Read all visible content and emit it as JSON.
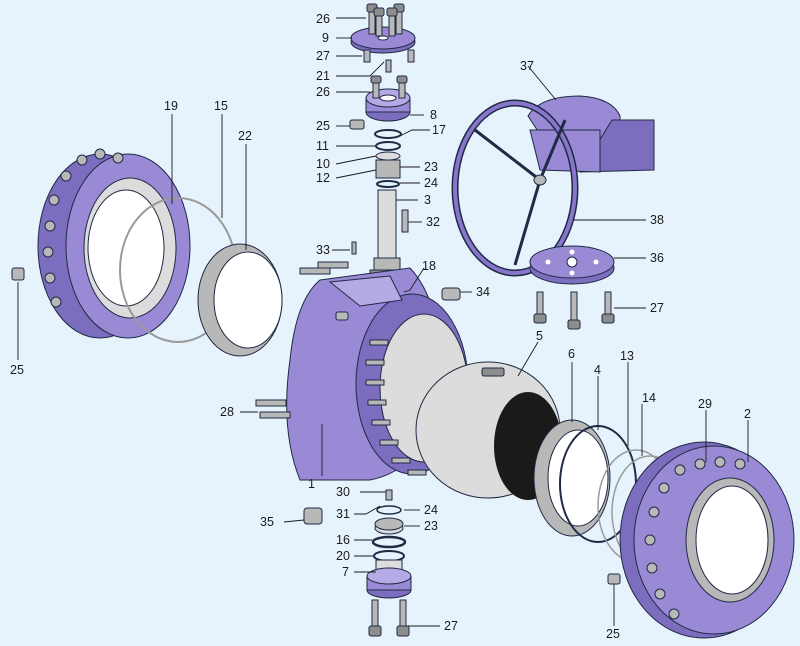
{
  "colors": {
    "background": "#e6f3fc",
    "body_purple": "#9a8ad6",
    "metal_grey": "#b8b8b8",
    "outline": "#1f2a44"
  },
  "callouts": [
    {
      "id": "c26a",
      "label": "26"
    },
    {
      "id": "c9",
      "label": "9"
    },
    {
      "id": "c27a",
      "label": "27"
    },
    {
      "id": "c21",
      "label": "21"
    },
    {
      "id": "c26b",
      "label": "26"
    },
    {
      "id": "c8",
      "label": "8"
    },
    {
      "id": "c25a",
      "label": "25"
    },
    {
      "id": "c17",
      "label": "17"
    },
    {
      "id": "c11",
      "label": "11"
    },
    {
      "id": "c10",
      "label": "10"
    },
    {
      "id": "c23a",
      "label": "23"
    },
    {
      "id": "c12",
      "label": "12"
    },
    {
      "id": "c24a",
      "label": "24"
    },
    {
      "id": "c3",
      "label": "3"
    },
    {
      "id": "c32",
      "label": "32"
    },
    {
      "id": "c33",
      "label": "33"
    },
    {
      "id": "c18",
      "label": "18"
    },
    {
      "id": "c34",
      "label": "34"
    },
    {
      "id": "c37",
      "label": "37"
    },
    {
      "id": "c38",
      "label": "38"
    },
    {
      "id": "c36",
      "label": "36"
    },
    {
      "id": "c27b",
      "label": "27"
    },
    {
      "id": "c19",
      "label": "19"
    },
    {
      "id": "c15",
      "label": "15"
    },
    {
      "id": "c22",
      "label": "22"
    },
    {
      "id": "c25b",
      "label": "25"
    },
    {
      "id": "c28",
      "label": "28"
    },
    {
      "id": "c1",
      "label": "1"
    },
    {
      "id": "c5",
      "label": "5"
    },
    {
      "id": "c6",
      "label": "6"
    },
    {
      "id": "c4",
      "label": "4"
    },
    {
      "id": "c13",
      "label": "13"
    },
    {
      "id": "c14",
      "label": "14"
    },
    {
      "id": "c29",
      "label": "29"
    },
    {
      "id": "c2",
      "label": "2"
    },
    {
      "id": "c30",
      "label": "30"
    },
    {
      "id": "c24b",
      "label": "24"
    },
    {
      "id": "c31",
      "label": "31"
    },
    {
      "id": "c23b",
      "label": "23"
    },
    {
      "id": "c35",
      "label": "35"
    },
    {
      "id": "c16",
      "label": "16"
    },
    {
      "id": "c20",
      "label": "20"
    },
    {
      "id": "c7",
      "label": "7"
    },
    {
      "id": "c27c",
      "label": "27"
    },
    {
      "id": "c25c",
      "label": "25"
    }
  ]
}
